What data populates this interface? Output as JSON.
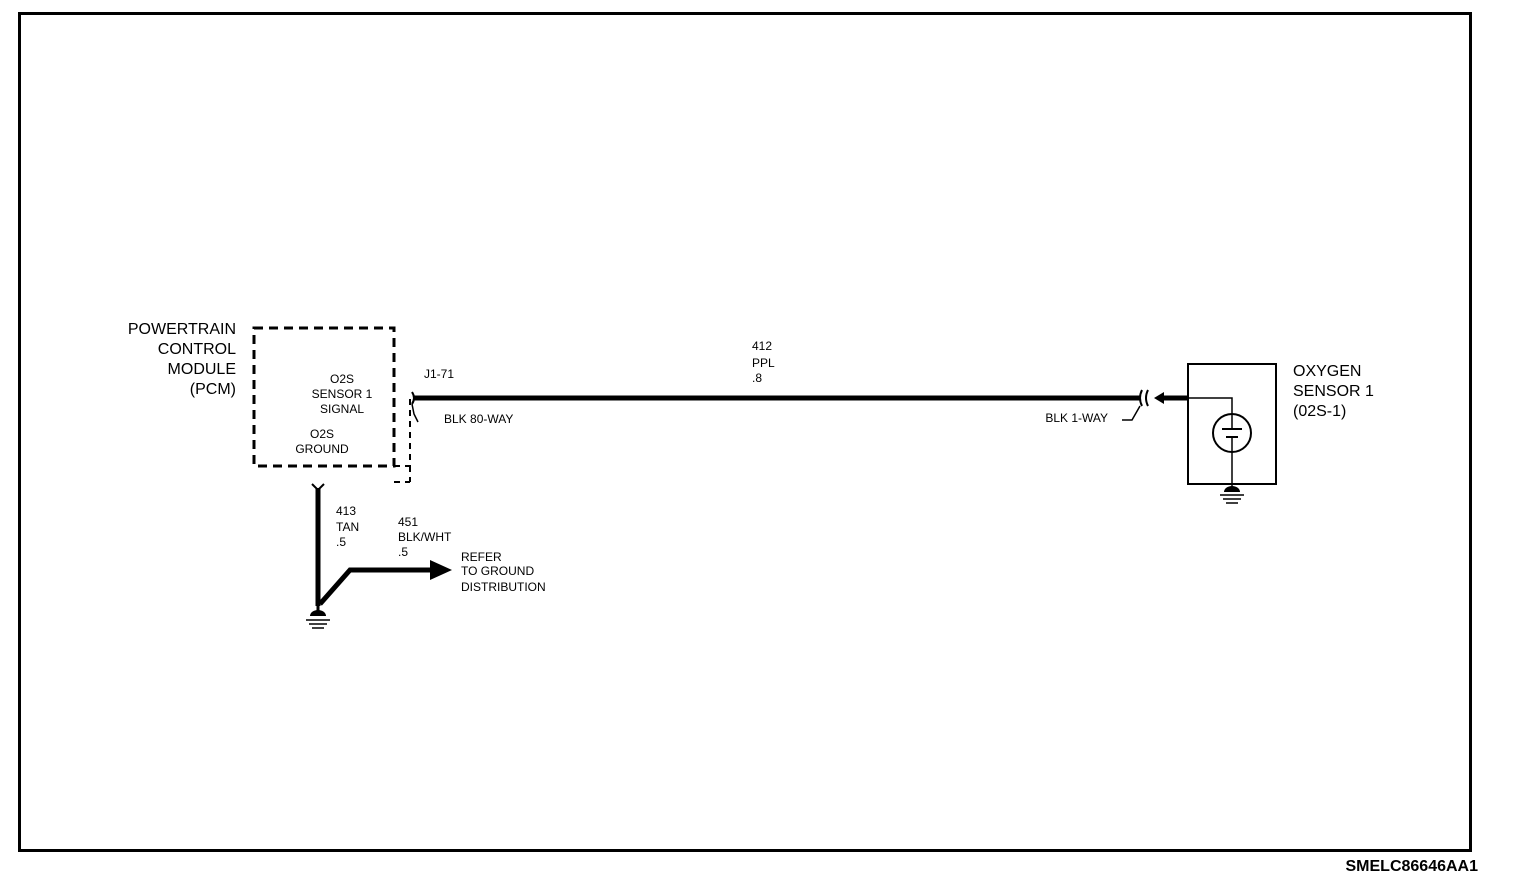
{
  "pcm": {
    "title_lines": [
      "POWERTRAIN",
      "CONTROL",
      "MODULE",
      "(PCM)"
    ],
    "signal_pin_lines": [
      "O2S",
      "SENSOR 1",
      "SIGNAL"
    ],
    "ground_pin_lines": [
      "O2S",
      "GROUND"
    ]
  },
  "pcm_connector": {
    "pin": "J1-71",
    "connector": "BLK 80-WAY"
  },
  "signal_wire": {
    "circuit": "412",
    "color": "PPL",
    "gauge": ".8"
  },
  "sensor_connector": {
    "connector": "BLK 1-WAY"
  },
  "sensor": {
    "title_lines": [
      "OXYGEN",
      "SENSOR 1",
      "(02S-1)"
    ]
  },
  "ground_wire_413": {
    "circuit": "413",
    "color": "TAN",
    "gauge": ".5"
  },
  "ground_wire_451": {
    "circuit": "451",
    "color": "BLK/WHT",
    "gauge": ".5"
  },
  "ground_reference": {
    "lines": [
      "REFER",
      "TO GROUND",
      "DISTRIBUTION"
    ]
  },
  "figure_id": "SMELC86646AA1"
}
